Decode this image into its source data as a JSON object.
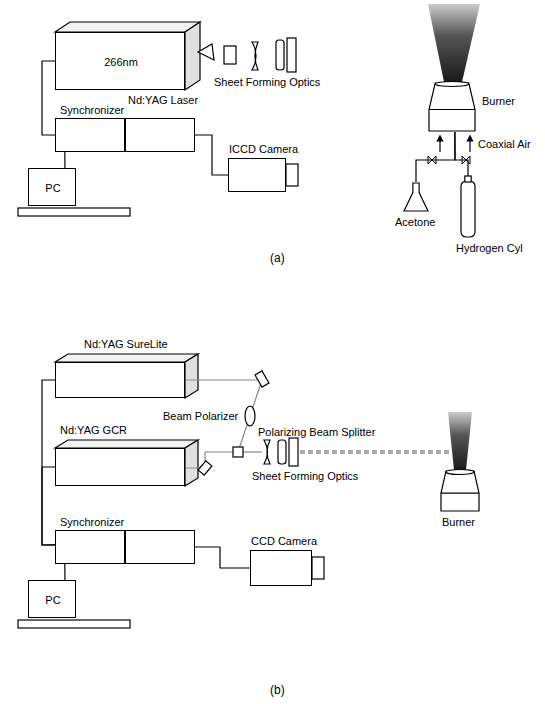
{
  "diagram": {
    "nodes": [
      {
        "text": [
          "266nm",
          "Nd:YAG Laser"
        ]
      },
      {
        "text": [
          "Synchronizer"
        ]
      },
      {
        "text": [
          "PC"
        ]
      },
      {
        "text": [
          "ICCD Camera"
        ]
      },
      {
        "text": [
          "Burner"
        ]
      },
      {
        "text": [
          "Acetone"
        ]
      },
      {
        "text": [
          "Hydrogen Cyl"
        ]
      },
      {
        "text": [
          "Nd:YAG SureLite"
        ]
      },
      {
        "text": [
          "Nd:YAG GCR"
        ]
      },
      {
        "text": [
          "Synchronizer"
        ]
      },
      {
        "text": [
          "PC"
        ]
      },
      {
        "text": [
          "CCD Camera"
        ]
      },
      {
        "text": [
          "Burner"
        ]
      }
    ],
    "edges": [
      {
        "from": 0,
        "to": 1,
        "arrow": "none"
      },
      {
        "from": 2,
        "to": 1,
        "arrow": "none"
      },
      {
        "from": 1,
        "to": 3,
        "arrow": "none"
      },
      {
        "from": 5,
        "to": 4,
        "arrow": "none"
      },
      {
        "from": 6,
        "to": 4,
        "arrow": "none"
      },
      {
        "from": 7,
        "to": 9,
        "arrow": "none"
      },
      {
        "from": 8,
        "to": 9,
        "arrow": "none"
      },
      {
        "from": 10,
        "to": 9,
        "arrow": "none"
      },
      {
        "from": 9,
        "to": 11,
        "arrow": "none"
      }
    ],
    "labels": [
      "Sheet Forming Optics",
      "Coaxial Air",
      "(a)",
      "Beam Polarizer",
      "Polarizing Beam Splitter",
      "Sheet Forming Optics",
      "(b)"
    ]
  }
}
